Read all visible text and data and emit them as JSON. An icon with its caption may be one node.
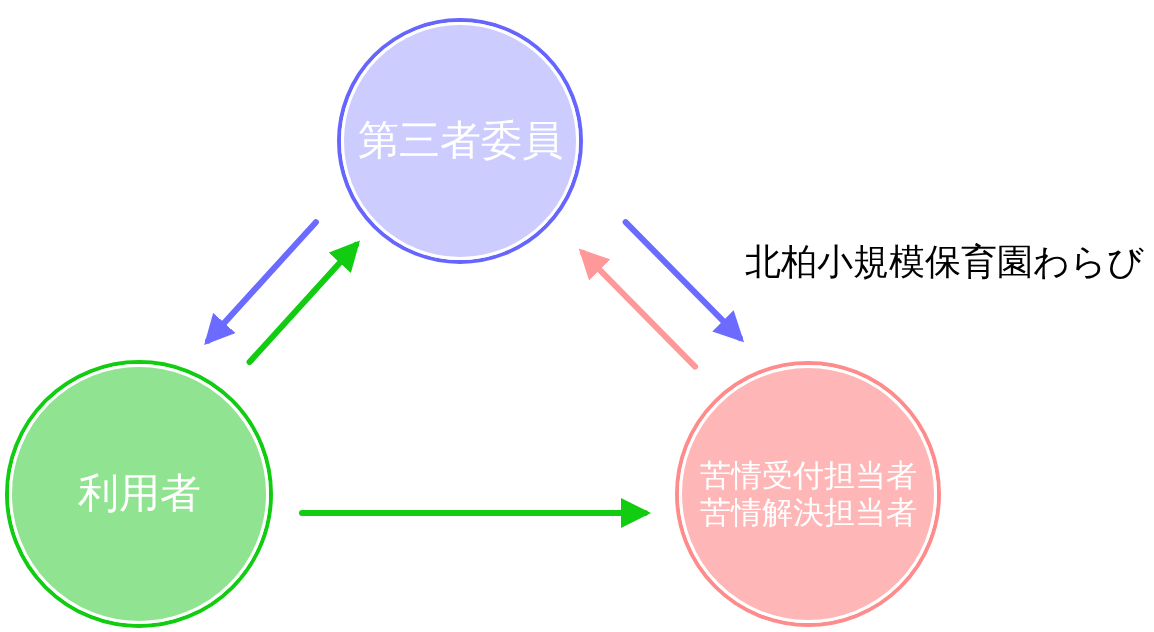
{
  "diagram": {
    "nodes": [
      {
        "text": [
          "第三者委員"
        ]
      },
      {
        "text": [
          "利用者"
        ]
      },
      {
        "text": [
          "苦情受付担当者",
          "苦情解決担当者"
        ]
      }
    ],
    "edges": [
      {
        "from": 0,
        "to": 1,
        "arrow": "to",
        "color": "#6b6bff"
      },
      {
        "from": 1,
        "to": 0,
        "arrow": "to",
        "color": "#11cc11"
      },
      {
        "from": 2,
        "to": 0,
        "arrow": "to",
        "color": "#ff9999"
      },
      {
        "from": 0,
        "to": 2,
        "arrow": "to",
        "color": "#6b6bff"
      },
      {
        "from": 1,
        "to": 2,
        "arrow": "to",
        "color": "#11cc11"
      }
    ],
    "labels": [
      "北柏小規模保育園わらび"
    ]
  }
}
